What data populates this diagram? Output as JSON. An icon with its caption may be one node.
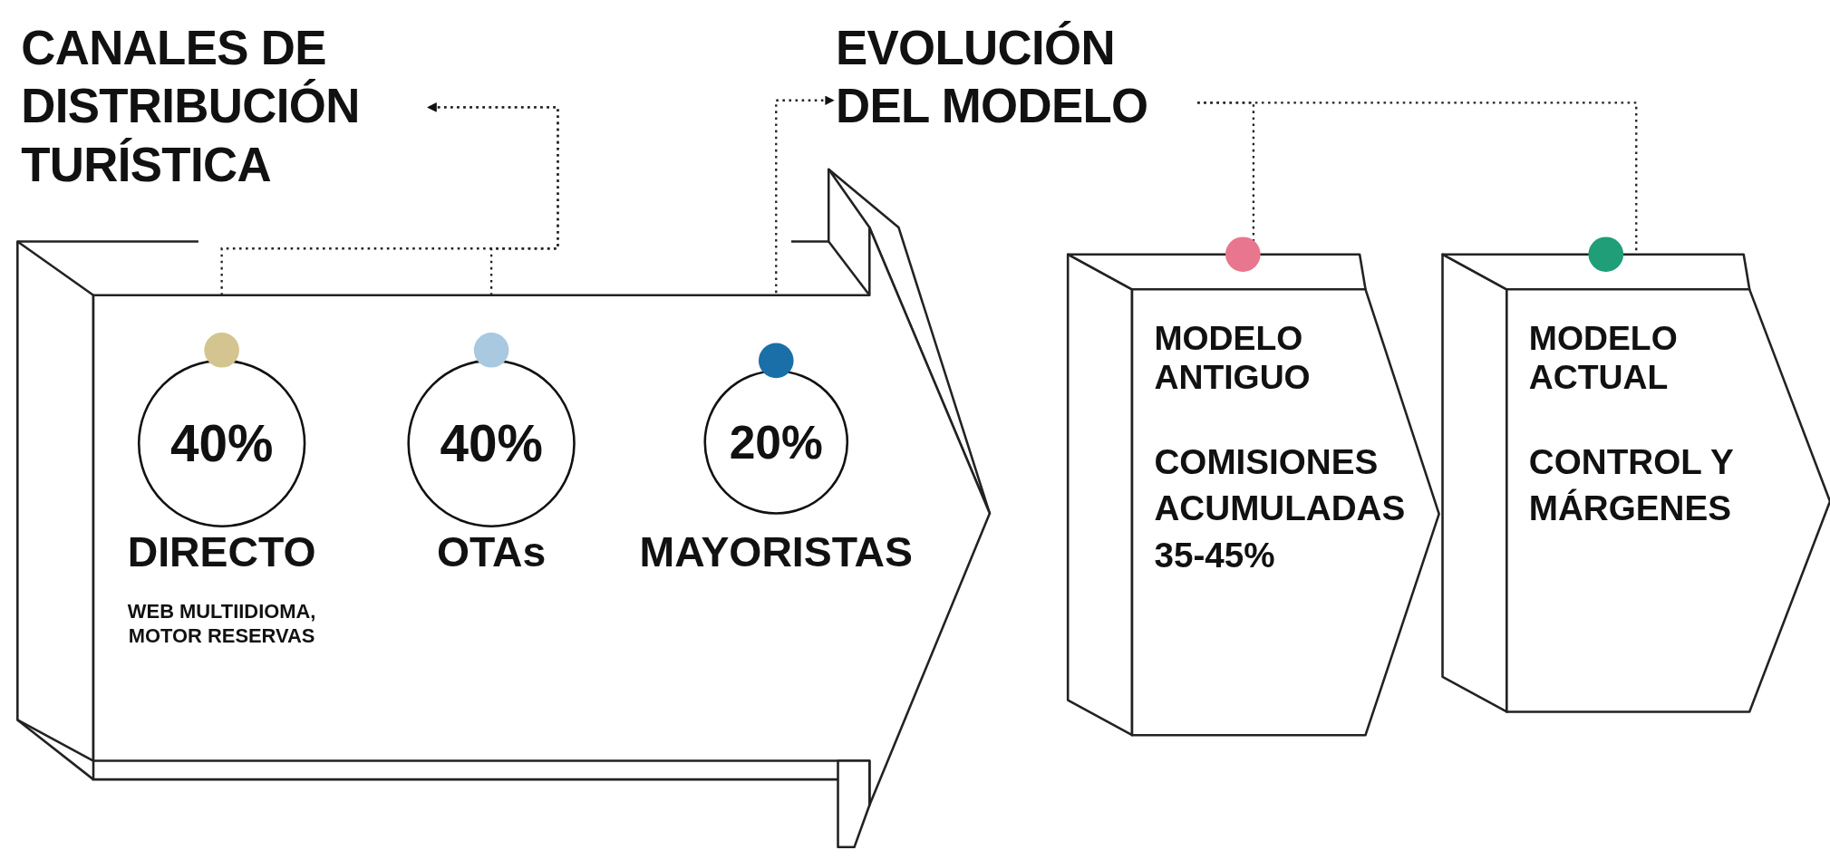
{
  "diagram": {
    "nodes": [
      {
        "text": [
          "CANALES DE DISTRIBUCIÓN TURÍSTICA"
        ]
      },
      {
        "text": [
          "EVOLUCIÓN DEL MODELO"
        ]
      },
      {
        "text": [],
        "shape": "arrow"
      },
      {
        "text": [
          "40%"
        ],
        "beside": [
          "DIRECTO",
          "WEB MULTIIDIOMA, MOTOR RESERVAS"
        ],
        "in": 2
      },
      {
        "text": [
          "40%"
        ],
        "beside": [
          "OTAs"
        ],
        "in": 2
      },
      {
        "text": [
          "20%"
        ],
        "beside": [
          "MAYORISTAS"
        ],
        "in": 2
      },
      {
        "text": [
          "MODELO ANTIGUO",
          "COMISIONES ACUMULADAS 35-45%"
        ]
      },
      {
        "text": [
          "MODELO ACTUAL",
          "CONTROL Y MÁRGENES"
        ]
      }
    ],
    "edges": [
      {
        "from": 3,
        "to": 0,
        "arrow": "to",
        "style": "dashed"
      },
      {
        "from": 4,
        "to": 0,
        "arrow": "to",
        "style": "dashed"
      },
      {
        "from": 5,
        "to": 1,
        "arrow": "to",
        "style": "dashed"
      },
      {
        "from": 1,
        "to": 6,
        "arrow": "none",
        "style": "dashed"
      },
      {
        "from": 1,
        "to": 7,
        "arrow": "none",
        "style": "dashed"
      }
    ]
  }
}
